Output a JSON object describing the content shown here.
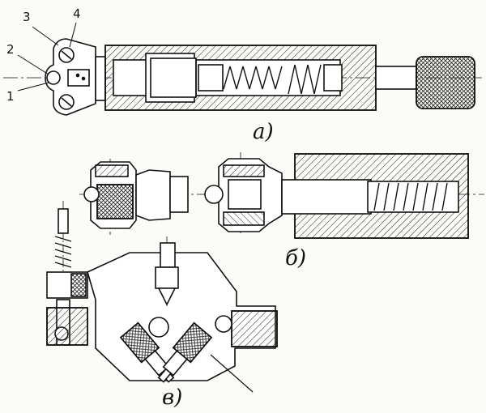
{
  "labels": {
    "l1": "1",
    "l2": "2",
    "l3": "3",
    "l4": "4"
  },
  "captions": {
    "a": "а)",
    "b": "б)",
    "v": "в)"
  }
}
